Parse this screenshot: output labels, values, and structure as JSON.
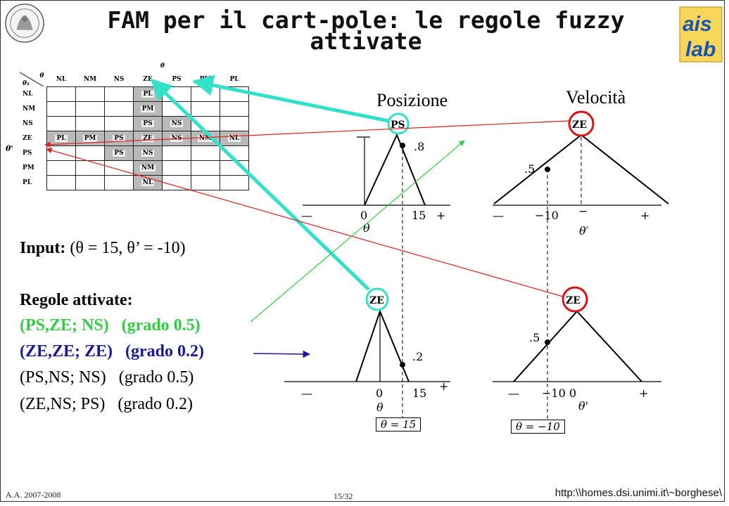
{
  "title_line1": "FAM per il cart-pole: le regole fuzzy",
  "title_line2": "attivate",
  "table": {
    "col_axis": "θ",
    "row_axis": "θ'",
    "corner_col": "θ",
    "corner_row": "θ₁",
    "columns": [
      "NL",
      "NM",
      "NS",
      "ZE",
      "PS",
      "PM",
      "PL"
    ],
    "rows": [
      {
        "label": "NL",
        "cells": [
          "",
          "",
          "",
          "PL",
          "",
          "",
          ""
        ]
      },
      {
        "label": "NM",
        "cells": [
          "",
          "",
          "",
          "PM",
          "",
          "",
          ""
        ]
      },
      {
        "label": "NS",
        "cells": [
          "",
          "",
          "",
          "PS",
          "NS",
          "",
          ""
        ]
      },
      {
        "label": "ZE",
        "cells": [
          "PL",
          "PM",
          "PS",
          "ZE",
          "NS",
          "NM",
          "NL"
        ]
      },
      {
        "label": "PS",
        "cells": [
          "",
          "",
          "PS",
          "NS",
          "",
          "",
          ""
        ]
      },
      {
        "label": "PM",
        "cells": [
          "",
          "",
          "",
          "NM",
          "",
          "",
          ""
        ]
      },
      {
        "label": "PL",
        "cells": [
          "",
          "",
          "",
          "NL",
          "",
          "",
          ""
        ]
      }
    ]
  },
  "headings": {
    "posizione": "Posizione",
    "velocita": "Velocità"
  },
  "input": {
    "label": "Input:",
    "value": "(θ = 15, θ’ = -10)"
  },
  "rules": {
    "heading": "Regole attivate:",
    "items": [
      "(PS,ZE; NS)   (grado 0.5)",
      "(ZE,ZE; ZE)   (grado 0.2)",
      "(PS,NS; NS)   (grado 0.5)",
      "(ZE,NS; PS)   (grado 0.2)"
    ]
  },
  "plots": {
    "pos_top": {
      "set": "PS",
      "value": ".8",
      "ticks": [
        "—",
        "0",
        "15",
        "+"
      ],
      "axis": "θ"
    },
    "vel_top": {
      "set": "ZE",
      "value": ".5",
      "ticks": [
        "—",
        "−10",
        "−",
        "+"
      ],
      "axis": "θ′"
    },
    "pos_bot": {
      "set": "ZE",
      "value": ".2",
      "ticks": [
        "—",
        "0",
        "15",
        "+"
      ],
      "axis": "θ",
      "box": "θ = 15"
    },
    "vel_bot": {
      "set": "ZE",
      "value": ".5",
      "ticks": [
        "—",
        "−10 0",
        "+"
      ],
      "axis": "θ'",
      "box": "θ = −10"
    }
  },
  "colors": {
    "highlight_cyan": "#33e0c8",
    "arrow_red": "#dd2020",
    "arrow_green": "#33cc44",
    "arrow_blue": "#1a1a99",
    "circle_red": "#dd1111"
  },
  "footer": {
    "left": "A.A. 2007-2008",
    "center": "15/32",
    "right": "http:\\\\homes.dsi.unimi.it\\~borghese\\"
  }
}
